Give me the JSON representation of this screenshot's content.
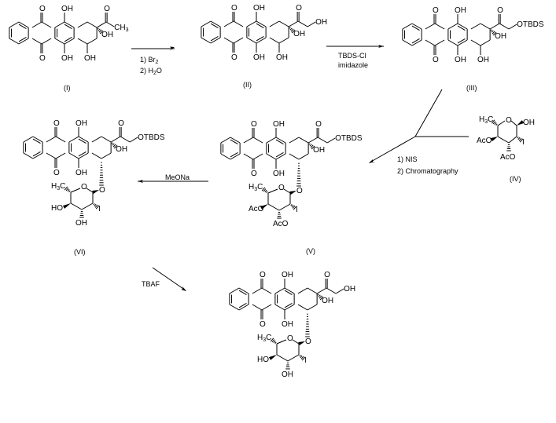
{
  "scheme": {
    "compounds": [
      {
        "id": "I",
        "label": "(I)",
        "side_chain": "CH3",
        "c7": "OH",
        "atoms": {
          "o_top": "O",
          "o_bot": "O",
          "oh_top": "OH",
          "oh_bot": "OH",
          "oh_c9": "OH",
          "oh_c7": "OH",
          "ket_o": "O",
          "chain_end": "CH",
          "chain_sub": "3"
        }
      },
      {
        "id": "II",
        "label": "(II)",
        "side_chain": "CH2OH",
        "c7": "OH",
        "atoms": {
          "o_top": "O",
          "o_bot": "O",
          "oh_top": "OH",
          "oh_bot": "OH",
          "oh_c9": "OH",
          "oh_c7": "OH",
          "ket_o": "O",
          "chain_end": "OH"
        }
      },
      {
        "id": "III",
        "label": "(III)",
        "side_chain": "CH2OTBDS",
        "c7": "OH",
        "atoms": {
          "o_top": "O",
          "o_bot": "O",
          "oh_top": "OH",
          "oh_bot": "OH",
          "oh_c9": "OH",
          "oh_c7": "OH",
          "ket_o": "O",
          "chain_end": "OTBDS"
        }
      },
      {
        "id": "IV",
        "label": "(IV)",
        "atoms": {
          "ch3": "H",
          "ch3_sub": "3",
          "ch3_c": "C",
          "ring_o": "O",
          "oh": "OH",
          "i": "I",
          "aco1": "AcO",
          "aco2": "AcO"
        }
      },
      {
        "id": "V",
        "label": "(V)",
        "side_chain": "CH2OTBDS",
        "atoms": {
          "o_top": "O",
          "o_bot": "O",
          "oh_top": "OH",
          "oh_bot": "OH",
          "oh_c9": "OH",
          "ket_o": "O",
          "chain_end": "OTBDS",
          "gly_o": "O",
          "ring_o": "O",
          "ch3": "H",
          "ch3_sub": "3",
          "ch3_c": "C",
          "i": "I",
          "sub4": "AcO",
          "sub3": "AcO"
        }
      },
      {
        "id": "VI",
        "label": "(VI)",
        "side_chain": "CH2OTBDS",
        "atoms": {
          "o_top": "O",
          "o_bot": "O",
          "oh_top": "OH",
          "oh_bot": "OH",
          "oh_c9": "OH",
          "ket_o": "O",
          "chain_end": "OTBDS",
          "gly_o": "O",
          "ring_o": "O",
          "ch3": "H",
          "ch3_sub": "3",
          "ch3_c": "C",
          "i": "I",
          "sub4": "HO",
          "sub3": "OH"
        }
      },
      {
        "id": "VII",
        "label": "",
        "side_chain": "CH2OH",
        "atoms": {
          "o_top": "O",
          "o_bot": "O",
          "oh_top": "OH",
          "oh_bot": "OH",
          "oh_c9": "OH",
          "ket_o": "O",
          "chain_end": "OH",
          "gly_o": "O",
          "ring_o": "O",
          "ch3": "H",
          "ch3_sub": "3",
          "ch3_c": "C",
          "i": "I",
          "sub4": "HO",
          "sub3": "OH"
        }
      }
    ],
    "reactions": [
      {
        "from": "I",
        "to": "II",
        "reagents": [
          "1) Br",
          "2) H"
        ],
        "reagent_subs": [
          "2",
          "2"
        ],
        "reagent_tails": [
          "",
          "O"
        ]
      },
      {
        "from": "II",
        "to": "III",
        "reagents": [
          "TBDS-Cl",
          "imidazole"
        ]
      },
      {
        "from": "III + IV",
        "to": "V",
        "reagents": [
          "1) NIS",
          "2) Chromatography"
        ]
      },
      {
        "from": "V",
        "to": "VI",
        "reagents": [
          "MeONa"
        ]
      },
      {
        "from": "VI",
        "to": "VII",
        "reagents": [
          "TBAF"
        ]
      }
    ]
  }
}
